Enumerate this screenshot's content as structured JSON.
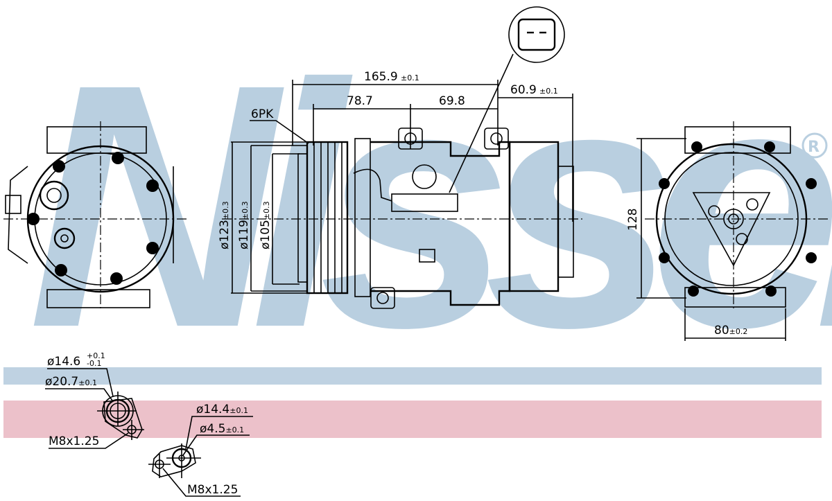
{
  "watermark": {
    "brand": "Nissens",
    "registered": "®",
    "color": "#b9cfe0"
  },
  "bands": {
    "blue": "#bfd2e2",
    "pink": "#ecc1ca"
  },
  "dimensions": {
    "overall_length": "165.9",
    "overall_length_tol": "±0.1",
    "seg_a": "78.7",
    "seg_b": "69.8",
    "rear": "60.9",
    "rear_tol": "±0.1",
    "belt": "6PK",
    "d1": "ø123",
    "d1_tol": "±0.3",
    "d2": "ø119",
    "d2_tol": "±0.3",
    "d3": "ø105",
    "d3_tol": "±0.3",
    "height": "128",
    "width": "80",
    "width_tol": "±0.2"
  },
  "ports": {
    "p1_inner": "ø14.6",
    "p1_inner_tol_plus": "+0.1",
    "p1_inner_tol_minus": "-0.1",
    "p1_outer": "ø20.7",
    "p1_outer_tol": "±0.1",
    "p1_thread": "M8x1.25",
    "p2_outer": "ø14.4",
    "p2_outer_tol": "±0.1",
    "p2_inner": "ø4.5",
    "p2_inner_tol": "±0.1",
    "p2_thread": "M8x1.25"
  }
}
